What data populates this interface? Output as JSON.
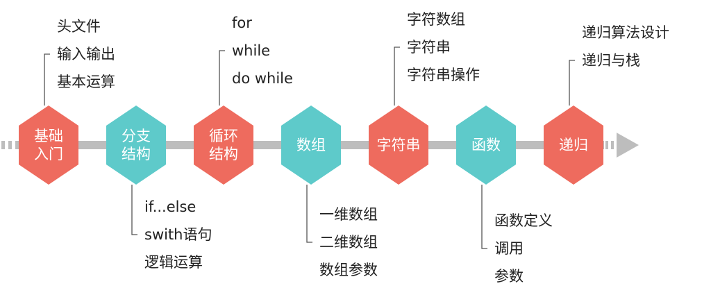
{
  "colors": {
    "coral": "#EE6B5E",
    "teal": "#5ECACA",
    "arrow": "#BDBDBD",
    "bracket": "#555555",
    "text": "#222222"
  },
  "stages": [
    {
      "label_lines": [
        "基础",
        "入门"
      ],
      "color": "coral",
      "topics": [
        "头文件",
        "输入输出",
        "基本运算"
      ],
      "side": "top"
    },
    {
      "label_lines": [
        "分支",
        "结构"
      ],
      "color": "teal",
      "topics": [
        "if...else",
        "swith语句",
        "逻辑运算"
      ],
      "side": "bottom"
    },
    {
      "label_lines": [
        "循环",
        "结构"
      ],
      "color": "coral",
      "topics": [
        "for",
        "while",
        "do while"
      ],
      "side": "top"
    },
    {
      "label_lines": [
        "数组"
      ],
      "color": "teal",
      "topics": [
        "一维数组",
        "二维数组",
        "数组参数"
      ],
      "side": "bottom"
    },
    {
      "label_lines": [
        "字符串"
      ],
      "color": "coral",
      "topics": [
        "字符数组",
        "字符串",
        "字符串操作"
      ],
      "side": "top"
    },
    {
      "label_lines": [
        "函数"
      ],
      "color": "teal",
      "topics": [
        "函数定义",
        "调用",
        "参数"
      ],
      "side": "bottom"
    },
    {
      "label_lines": [
        "递归"
      ],
      "color": "coral",
      "topics": [
        "递归算法设计",
        "递归与栈"
      ],
      "side": "top"
    }
  ]
}
